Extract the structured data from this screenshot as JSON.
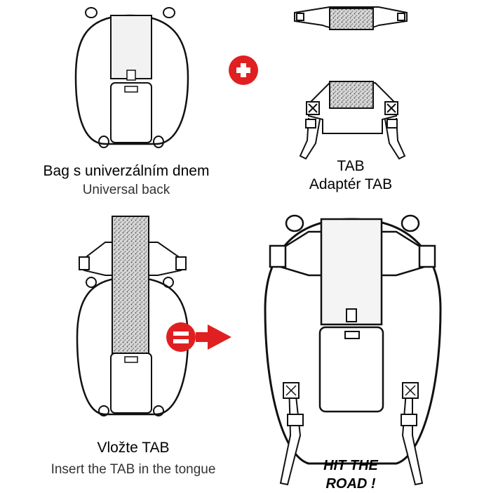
{
  "captions": {
    "bag_cz": "Bag s univerzálním dnem",
    "bag_en": "Universal back",
    "tab_cz": "TAB",
    "tab_en": "Adaptér TAB",
    "insert_cz": "Vložte TAB",
    "insert_en": "Insert the TAB in the tongue",
    "road_line1": "HIT THE",
    "road_line2": "ROAD !"
  },
  "symbols": {
    "plus_icon": "plus-icon",
    "equals_arrow_icon": "equals-arrow-icon",
    "accent_color": "#e02020"
  }
}
